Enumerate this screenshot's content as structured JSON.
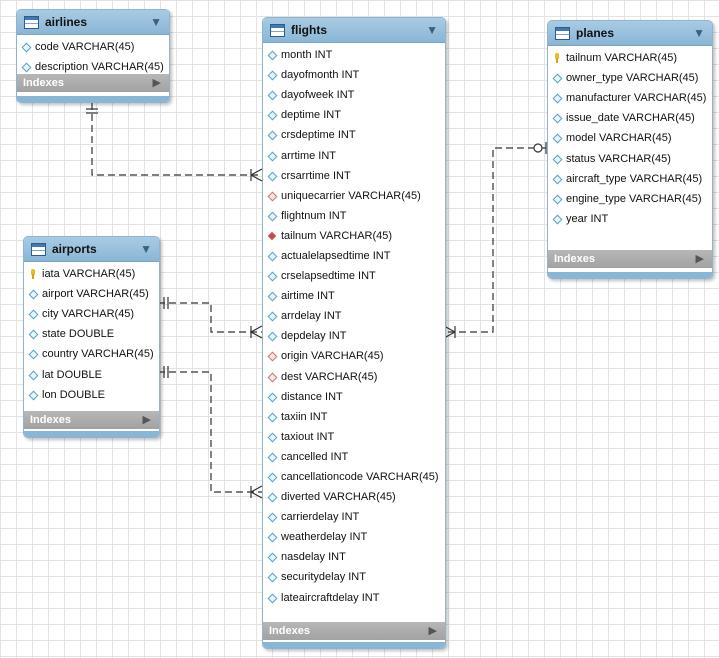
{
  "tables": {
    "airlines": {
      "name": "airlines",
      "indexes_label": "Indexes",
      "columns": [
        {
          "text": "code VARCHAR(45)",
          "marker": "diamond"
        },
        {
          "text": "description VARCHAR(45)",
          "marker": "diamond"
        }
      ]
    },
    "airports": {
      "name": "airports",
      "indexes_label": "Indexes",
      "columns": [
        {
          "text": "iata VARCHAR(45)",
          "marker": "key"
        },
        {
          "text": "airport VARCHAR(45)",
          "marker": "diamond"
        },
        {
          "text": "city VARCHAR(45)",
          "marker": "diamond"
        },
        {
          "text": "state DOUBLE",
          "marker": "diamond"
        },
        {
          "text": "country VARCHAR(45)",
          "marker": "diamond"
        },
        {
          "text": "lat DOUBLE",
          "marker": "diamond"
        },
        {
          "text": "lon DOUBLE",
          "marker": "diamond"
        }
      ]
    },
    "flights": {
      "name": "flights",
      "indexes_label": "Indexes",
      "columns": [
        {
          "text": "month INT",
          "marker": "diamond"
        },
        {
          "text": "dayofmonth INT",
          "marker": "diamond"
        },
        {
          "text": "dayofweek INT",
          "marker": "diamond"
        },
        {
          "text": "deptime INT",
          "marker": "diamond"
        },
        {
          "text": "crsdeptime INT",
          "marker": "diamond"
        },
        {
          "text": "arrtime INT",
          "marker": "diamond"
        },
        {
          "text": "crsarrtime INT",
          "marker": "diamond"
        },
        {
          "text": "uniquecarrier VARCHAR(45)",
          "marker": "fk"
        },
        {
          "text": "flightnum INT",
          "marker": "diamond"
        },
        {
          "text": "tailnum VARCHAR(45)",
          "marker": "pkfk"
        },
        {
          "text": "actualelapsedtime INT",
          "marker": "diamond"
        },
        {
          "text": "crselapsedtime INT",
          "marker": "diamond"
        },
        {
          "text": "airtime INT",
          "marker": "diamond"
        },
        {
          "text": "arrdelay INT",
          "marker": "diamond"
        },
        {
          "text": "depdelay INT",
          "marker": "diamond"
        },
        {
          "text": "origin VARCHAR(45)",
          "marker": "fk"
        },
        {
          "text": "dest VARCHAR(45)",
          "marker": "fk"
        },
        {
          "text": "distance INT",
          "marker": "diamond"
        },
        {
          "text": "taxiin INT",
          "marker": "diamond"
        },
        {
          "text": "taxiout INT",
          "marker": "diamond"
        },
        {
          "text": "cancelled INT",
          "marker": "diamond"
        },
        {
          "text": "cancellationcode VARCHAR(45)",
          "marker": "diamond"
        },
        {
          "text": "diverted VARCHAR(45)",
          "marker": "diamond"
        },
        {
          "text": "carrierdelay INT",
          "marker": "diamond"
        },
        {
          "text": "weatherdelay INT",
          "marker": "diamond"
        },
        {
          "text": "nasdelay INT",
          "marker": "diamond"
        },
        {
          "text": "securitydelay INT",
          "marker": "diamond"
        },
        {
          "text": "lateaircraftdelay INT",
          "marker": "diamond"
        }
      ]
    },
    "planes": {
      "name": "planes",
      "indexes_label": "Indexes",
      "columns": [
        {
          "text": "tailnum VARCHAR(45)",
          "marker": "key"
        },
        {
          "text": "owner_type VARCHAR(45)",
          "marker": "diamond"
        },
        {
          "text": "manufacturer VARCHAR(45)",
          "marker": "diamond"
        },
        {
          "text": "issue_date VARCHAR(45)",
          "marker": "diamond"
        },
        {
          "text": "model VARCHAR(45)",
          "marker": "diamond"
        },
        {
          "text": "status VARCHAR(45)",
          "marker": "diamond"
        },
        {
          "text": "aircraft_type VARCHAR(45)",
          "marker": "diamond"
        },
        {
          "text": "engine_type VARCHAR(45)",
          "marker": "diamond"
        },
        {
          "text": "year INT",
          "marker": "diamond"
        }
      ]
    }
  },
  "colors": {
    "header": "#8ab6d6",
    "indexes_bar": "#a8a8a8",
    "connector": "#333333",
    "primary_key": "#e8bd21",
    "foreign_key": "#d44747"
  },
  "icons": {
    "table": "table-icon",
    "collapse": "collapse-arrow-icon",
    "expand": "expand-arrow-icon",
    "primary_key": "primary-key-icon",
    "foreign_key": "foreign-key-icon",
    "column": "column-diamond-icon"
  }
}
